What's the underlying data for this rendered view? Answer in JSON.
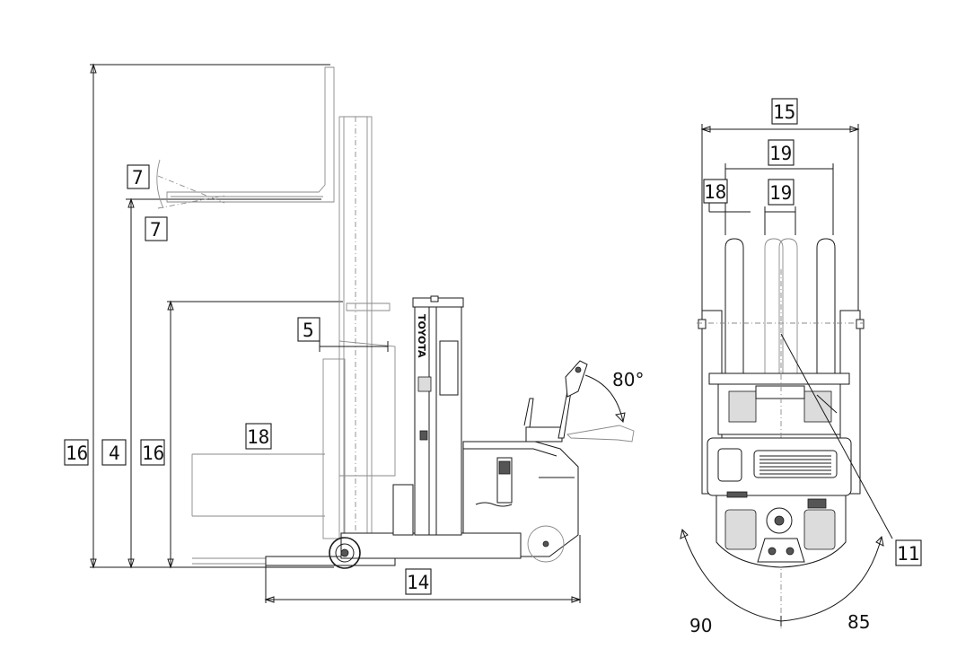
{
  "brand_text": "TOYOTA",
  "side_view": {
    "labels": {
      "fork_tilt_up": "7",
      "fork_tilt_down": "7",
      "overall_height_extended": "16",
      "lift_height": "4",
      "mast_height_lowered": "16",
      "load_center_offset": "5",
      "fork_length": "18",
      "overall_length": "14",
      "tiller_angle": "80°"
    }
  },
  "front_view": {
    "labels": {
      "overall_width": "15",
      "fork_spread_outer": "19",
      "fork_width": "18",
      "fork_spread_inner": "19",
      "turning_radius": "11",
      "steer_angle_left": "90",
      "steer_angle_right": "85"
    }
  }
}
